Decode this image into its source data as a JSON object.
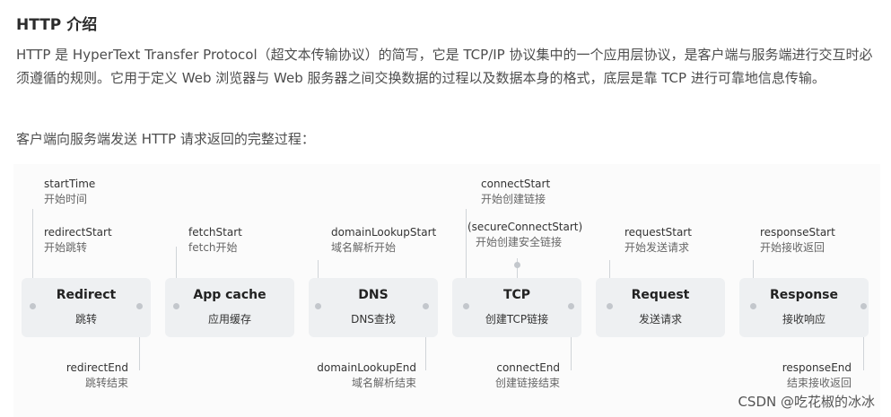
{
  "heading": "HTTP 介绍",
  "paragraph": "HTTP 是 HyperText Transfer Protocol（超文本传输协议）的简写，它是 TCP/IP 协议集中的一个应用层协议，是客户端与服务端进行交互时必须遵循的规则。它用于定义 Web 浏览器与 Web 服务器之间交换数据的过程以及数据本身的格式，底层是靠 TCP 进行可靠地信息传输。",
  "paragraph2": "客户端向服务端发送 HTTP 请求返回的完整过程：",
  "stages": [
    {
      "title": "Redirect",
      "subtitle": "跳转"
    },
    {
      "title": "App cache",
      "subtitle": "应用缓存"
    },
    {
      "title": "DNS",
      "subtitle": "DNS查找"
    },
    {
      "title": "TCP",
      "subtitle": "创建TCP链接"
    },
    {
      "title": "Request",
      "subtitle": "发送请求"
    },
    {
      "title": "Response",
      "subtitle": "接收响应"
    }
  ],
  "events": {
    "startTime": {
      "en": "startTime",
      "zh": "开始时间"
    },
    "redirectStart": {
      "en": "redirectStart",
      "zh": "开始跳转"
    },
    "redirectEnd": {
      "en": "redirectEnd",
      "zh": "跳转结束"
    },
    "fetchStart": {
      "en": "fetchStart",
      "zh": "fetch开始"
    },
    "domainLookupStart": {
      "en": "domainLookupStart",
      "zh": "域名解析开始"
    },
    "domainLookupEnd": {
      "en": "domainLookupEnd",
      "zh": "域名解析结束"
    },
    "connectStart": {
      "en": "connectStart",
      "zh": "开始创建链接"
    },
    "secureConnectStart": {
      "en": "(secureConnectStart)",
      "zh": "开始创建安全链接"
    },
    "connectEnd": {
      "en": "connectEnd",
      "zh": "创建链接结束"
    },
    "requestStart": {
      "en": "requestStart",
      "zh": "开始发送请求"
    },
    "responseStart": {
      "en": "responseStart",
      "zh": "开始接收返回"
    },
    "responseEnd": {
      "en": "responseEnd",
      "zh": "结束接收返回"
    }
  },
  "watermark": "CSDN @吃花椒的冰冰"
}
